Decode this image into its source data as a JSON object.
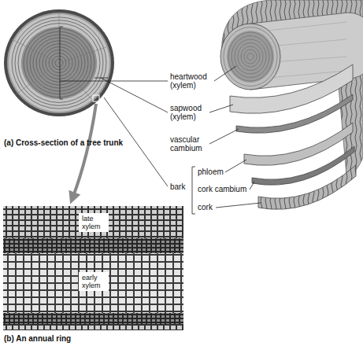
{
  "diagram": {
    "nodes": [
      {
        "text": [
          "late xylem"
        ]
      },
      {
        "text": [
          "early xylem"
        ]
      }
    ],
    "labels": [
      "heartwood (xylem)",
      "sapwood (xylem)",
      "vascular cambium",
      "bark",
      "phloem",
      "cork cambium",
      "cork",
      "(a) Cross-section of a tree trunk",
      "(b) An annual ring"
    ]
  }
}
